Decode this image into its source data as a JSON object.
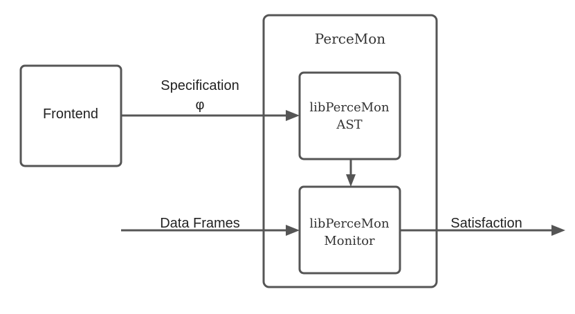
{
  "nodes": {
    "frontend": {
      "label": "Frontend"
    },
    "percemon": {
      "label": "PerceMon"
    },
    "ast": {
      "line1": "libPerceMon",
      "line2": "AST"
    },
    "monitor": {
      "line1": "libPerceMon",
      "line2": "Monitor"
    }
  },
  "edges": {
    "specification": {
      "label": "Specification",
      "symbol": "φ"
    },
    "data_frames": {
      "label": "Data Frames"
    },
    "satisfaction": {
      "label": "Satisfaction"
    }
  },
  "colors": {
    "stroke": "#555555",
    "text": "#222222",
    "background": "#ffffff"
  }
}
